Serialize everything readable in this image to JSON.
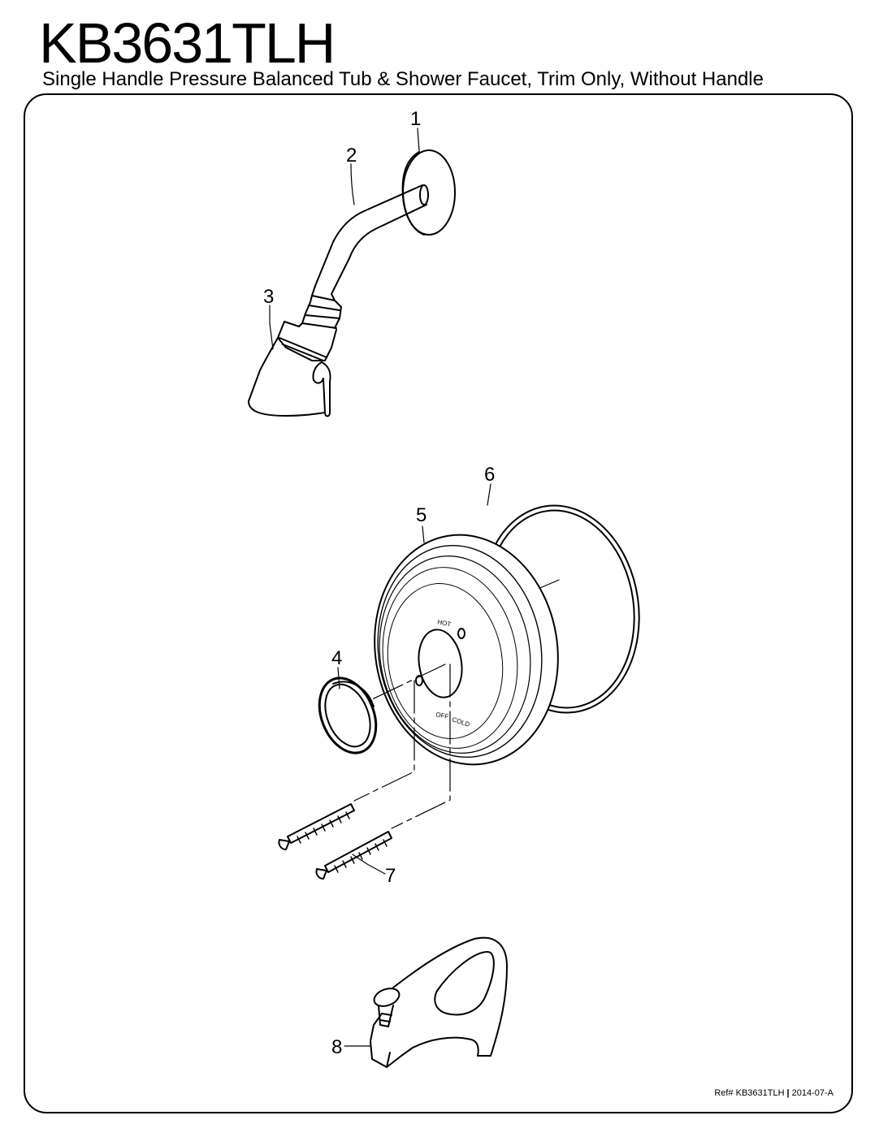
{
  "header": {
    "model": "KB3631TLH",
    "description": "Single Handle Pressure Balanced Tub & Shower Faucet, Trim Only, Without Handle"
  },
  "parts": [
    {
      "number": "1"
    },
    {
      "number": "2"
    },
    {
      "number": "3"
    },
    {
      "number": "4"
    },
    {
      "number": "5"
    },
    {
      "number": "6"
    },
    {
      "number": "7"
    },
    {
      "number": "8"
    }
  ],
  "valve_plate": {
    "hot_label": "HOT",
    "off_label": "OFF",
    "cold_label": "COLD"
  },
  "footer": {
    "ref_text": "Ref# KB3631TLH",
    "separator": "|",
    "revision": "2014-07-A"
  }
}
